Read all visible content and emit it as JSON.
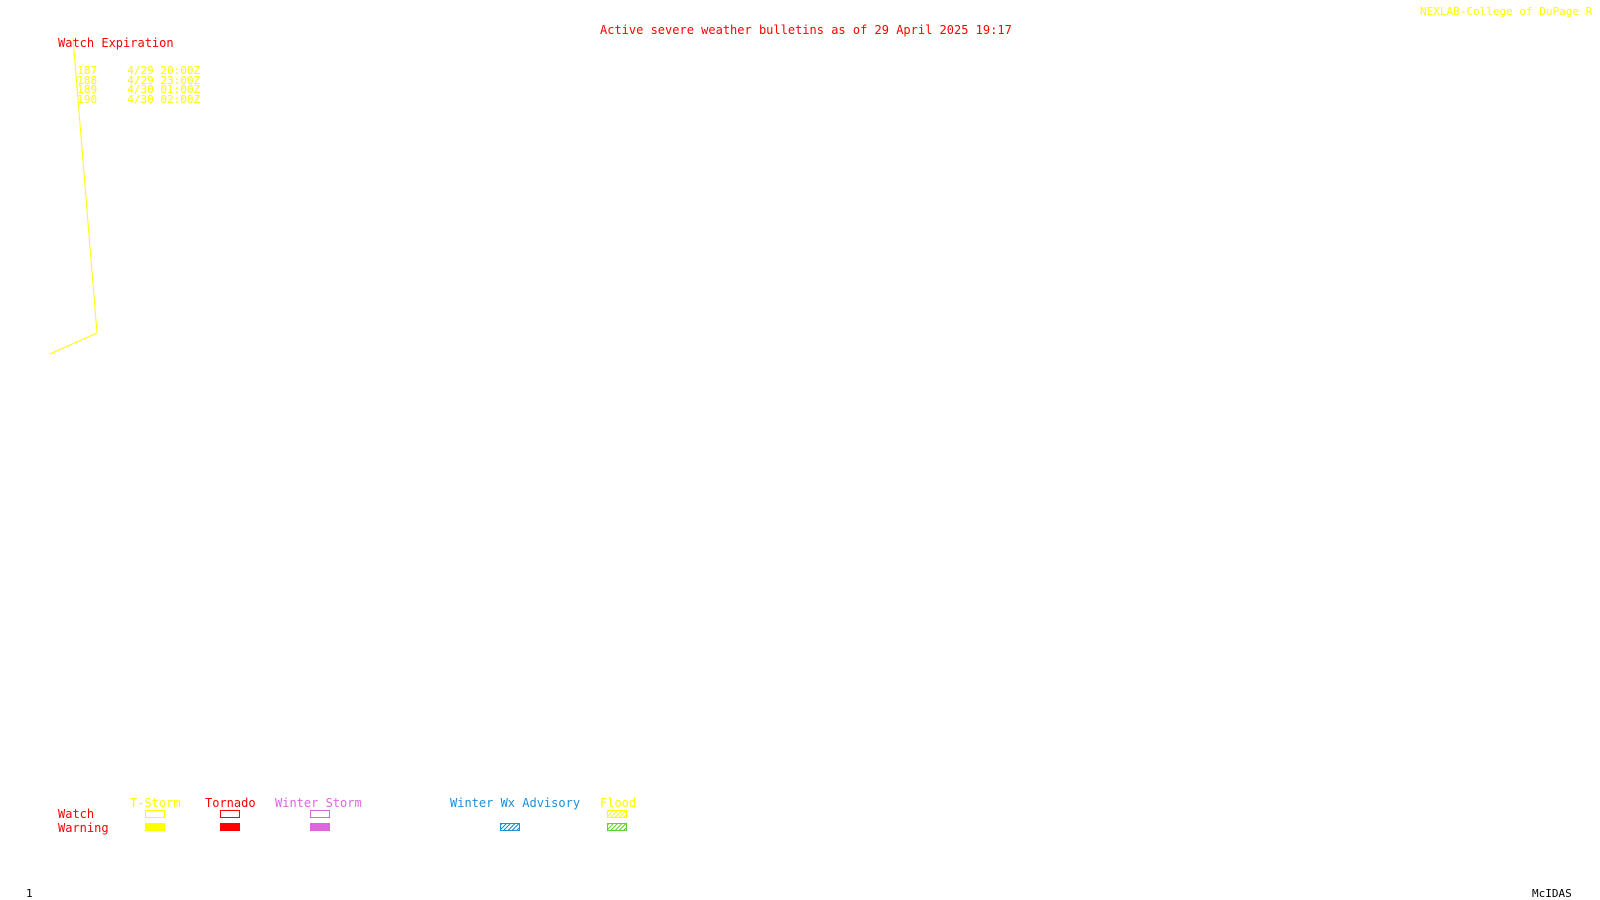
{
  "header": {
    "credit": "NEXLAB-College of DuPage R",
    "bulletin_title": "Active severe weather bulletins as of 29 April 2025 19:17"
  },
  "watch_table": {
    "heading": "Watch Expiration",
    "rows": [
      {
        "number": "187",
        "expires": "4/29 20:00Z"
      },
      {
        "number": "188",
        "expires": "4/29 23:00Z"
      },
      {
        "number": "189",
        "expires": "4/30 01:00Z"
      },
      {
        "number": "190",
        "expires": "4/30 02:00Z"
      }
    ]
  },
  "legend": {
    "row_labels": {
      "watch": "Watch",
      "warning": "Warning"
    },
    "categories": [
      {
        "label": "T-Storm",
        "color": "#ffff00",
        "watch_style": "outline",
        "warning_style": "solid"
      },
      {
        "label": "Tornado",
        "color": "#ff0000",
        "watch_style": "outline",
        "warning_style": "solid"
      },
      {
        "label": "Winter Storm",
        "color": "#dd66dd",
        "watch_style": "outline",
        "warning_style": "solid"
      },
      {
        "label": "Winter Wx Advisory",
        "color": "#1a8fdd",
        "watch_style": "none",
        "warning_style": "hatched"
      },
      {
        "label": "Flood",
        "color": "#ffff00",
        "warning_color": "#66cc33",
        "watch_style": "hatched",
        "warning_style": "hatched"
      }
    ]
  },
  "footer": {
    "frame_number": "1",
    "software": "McIDAS"
  },
  "colors": {
    "heading_red": "#ff0000",
    "watch_yellow": "#ffff00",
    "footer_black": "#000000"
  },
  "icons": {
    "watch_outline": "yellow-polygon-outline"
  }
}
